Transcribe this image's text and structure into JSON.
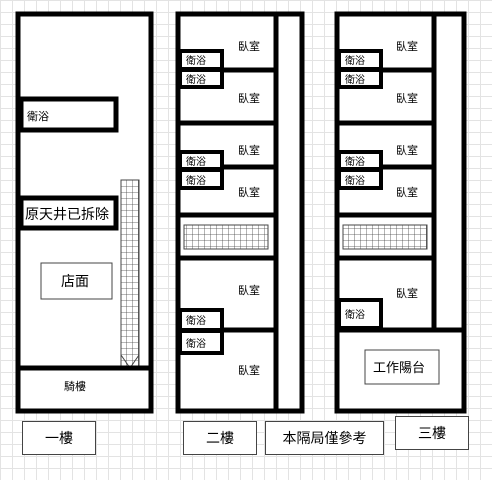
{
  "floors": {
    "first": {
      "name": "一樓",
      "rooms": {
        "bath": "衛浴",
        "removed": "原天井已拆除",
        "shop": "店面",
        "arcade": "騎樓"
      }
    },
    "second": {
      "name": "二樓",
      "rooms": {
        "bath1": "衛浴",
        "bath2": "衛浴",
        "bath3": "衛浴",
        "bath4": "衛浴",
        "bath5": "衛浴",
        "bath6": "衛浴",
        "bed1": "臥室",
        "bed2": "臥室",
        "bed3": "臥室",
        "bed4": "臥室",
        "bed5": "臥室",
        "bed6": "臥室"
      }
    },
    "third": {
      "name": "三樓",
      "rooms": {
        "bath1": "衛浴",
        "bath2": "衛浴",
        "bath3": "衛浴",
        "bath4": "衛浴",
        "bath5": "衛浴",
        "bed1": "臥室",
        "bed2": "臥室",
        "bed3": "臥室",
        "bed4": "臥室",
        "bed5": "臥室",
        "balcony": "工作陽台"
      }
    }
  },
  "note": "本隔局僅參考"
}
